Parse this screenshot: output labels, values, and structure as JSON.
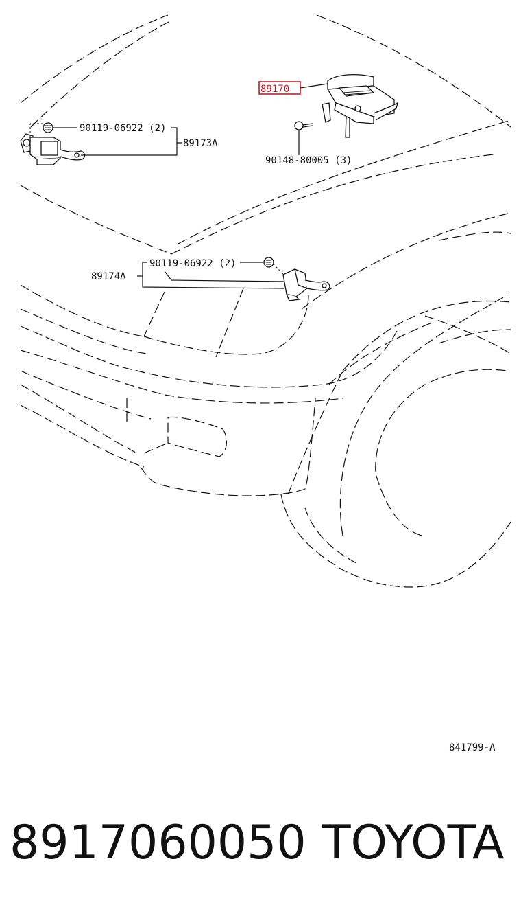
{
  "diagram": {
    "labels": {
      "part_89170": "89170",
      "clip_a": "90119-06922 (2)",
      "sensor_a": "89173A",
      "bolt": "90148-80005 (3)",
      "clip_b": "90119-06922 (2)",
      "sensor_b": "89174A"
    },
    "figure_ref": "841799-A",
    "highlight_color": "#c0202a"
  },
  "footer": {
    "part_number": "8917060050",
    "brand": "TOYOTA"
  }
}
